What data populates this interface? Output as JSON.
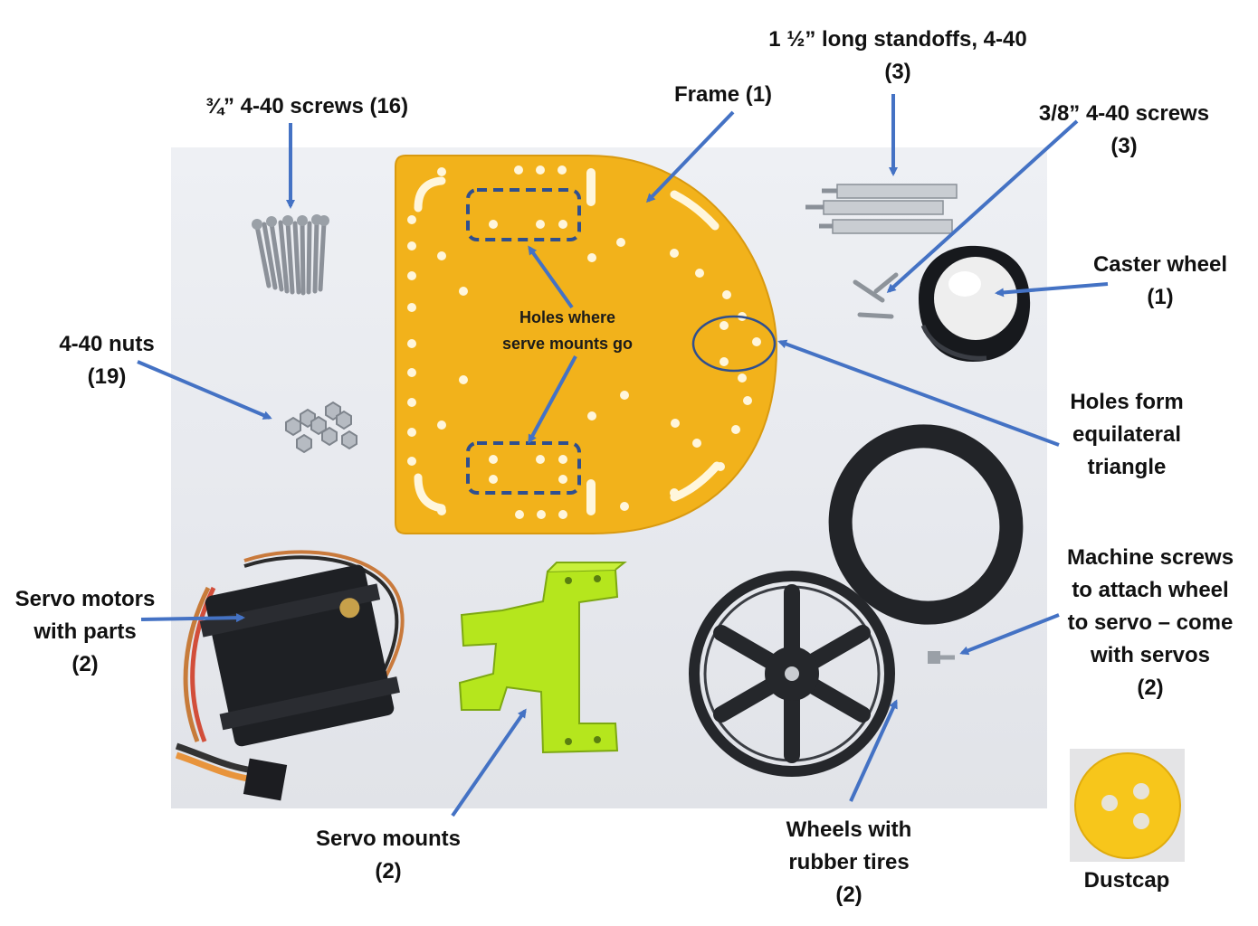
{
  "labels": {
    "screws_34": "¾” 4-40 screws (16)",
    "frame": "Frame (1)",
    "standoffs_line1": "1 ½” long standoffs, 4-40",
    "standoffs_line2": "(3)",
    "screws_38_line1": "3/8” 4-40 screws",
    "screws_38_line2": "(3)",
    "caster_line1": "Caster wheel",
    "caster_line2": "(1)",
    "nuts_line1": "4-40 nuts",
    "nuts_line2": "(19)",
    "holes_mounts_line1": "Holes where",
    "holes_mounts_line2": "serve mounts go",
    "holes_triangle_line1": "Holes form",
    "holes_triangle_line2": "equilateral",
    "holes_triangle_line3": "triangle",
    "servo_motors_line1": "Servo motors",
    "servo_motors_line2": "with parts",
    "servo_motors_line3": "(2)",
    "machine_line1": "Machine screws",
    "machine_line2": "to attach wheel",
    "machine_line3": "to servo – come",
    "machine_line4": "with servos",
    "machine_line5": "(2)",
    "servo_mounts_line1": "Servo mounts",
    "servo_mounts_line2": "(2)",
    "wheels_line1": "Wheels with",
    "wheels_line2": "rubber tires",
    "wheels_line3": "(2)",
    "dustcap": "Dustcap"
  },
  "colors": {
    "arrow": "#4472c4",
    "frame": "#f2b21b",
    "servo_mount": "#b5e61d",
    "dashed_box": "#2f4f8f"
  },
  "icons": [
    "screws-icon",
    "frame-plate",
    "standoffs-icon",
    "small-screws-icon",
    "caster-wheel-icon",
    "nuts-icon",
    "servo-motor-icon",
    "servo-mount-icon",
    "tire-icon",
    "wheel-icon",
    "machine-screw-icon",
    "dustcap-icon"
  ]
}
